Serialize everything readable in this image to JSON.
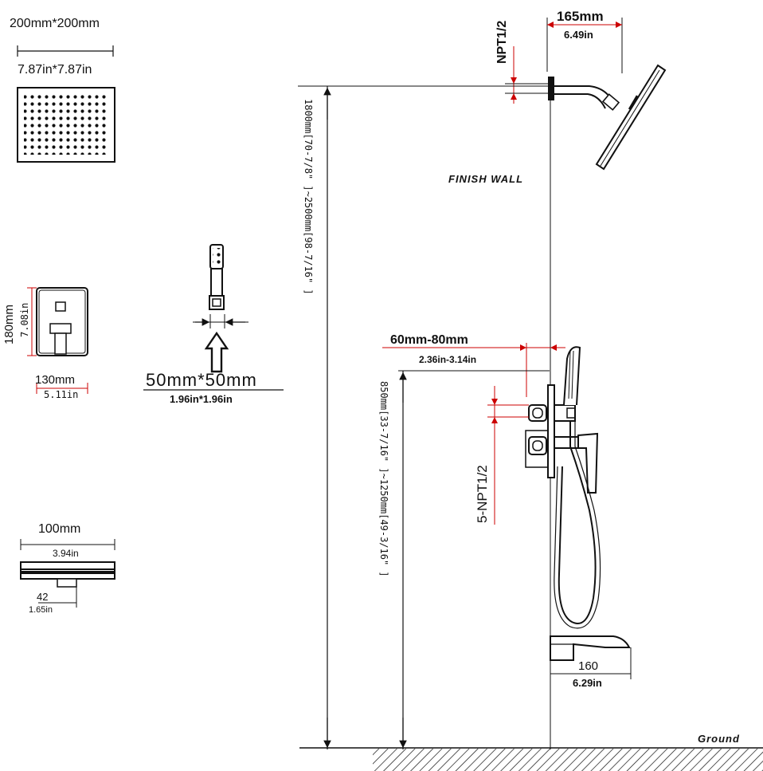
{
  "labels": {
    "shower_head_size_mm": "200mm*200mm",
    "shower_head_size_in": "7.87in*7.87in",
    "valve_plate_height_mm": "180mm",
    "valve_plate_height_in": "7.08in",
    "valve_plate_width_mm": "130mm",
    "valve_plate_width_in": "5.11in",
    "hand_shower_size_mm": "50mm*50mm",
    "hand_shower_size_in": "1.96in*1.96in",
    "spout_width_mm": "100mm",
    "spout_width_in": "3.94in",
    "spout_depth_mm": "42",
    "spout_depth_in": "1.65in",
    "arm_npt": "NPT1/2",
    "arm_reach_mm": "165mm",
    "arm_reach_in": "6.49in",
    "finish_wall": "FINISH WALL",
    "head_height": "1800mm[70-7/8\" ]~2500mm[98-7/16\" ]",
    "valve_depth_mm": "60mm-80mm",
    "valve_depth_in": "2.36in-3.14in",
    "valve_npt": "5-NPT1/2",
    "valve_height": "850mm[33-7/16\" ]~1250mm[49-3/16\" ]",
    "tub_spout_reach_mm": "160",
    "tub_spout_reach_in": "6.29in",
    "ground": "Ground"
  },
  "colors": {
    "line": "#111111",
    "dimension_red": "#cc0000"
  }
}
